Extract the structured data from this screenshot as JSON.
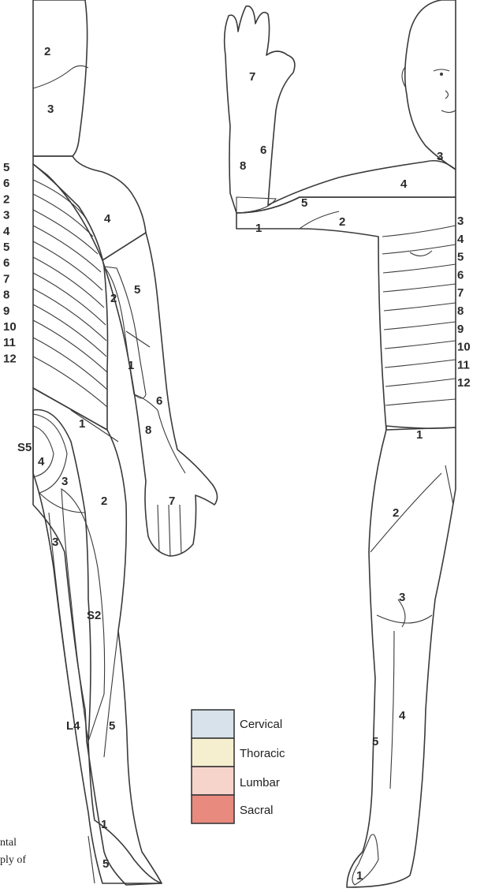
{
  "legend": [
    {
      "label": "Cervical",
      "color": "#d7e2ea"
    },
    {
      "label": "Thoracic",
      "color": "#f6efcf"
    },
    {
      "label": "Lumbar",
      "color": "#f7d4cb"
    },
    {
      "label": "Sacral",
      "color": "#e98a7f"
    }
  ],
  "caption": [
    "ntal",
    "ply of"
  ],
  "back_figure": {
    "side_labels": [
      "5",
      "6",
      "2",
      "3",
      "4",
      "5",
      "6",
      "7",
      "8",
      "9",
      "10",
      "11",
      "12"
    ],
    "labels": {
      "head_2": "2",
      "neck_3": "3",
      "shoulder_4": "4",
      "arm_5": "5",
      "arm_2": "2",
      "arm_1": "1",
      "forearm_6": "6",
      "forearm_8": "8",
      "hand_7": "7",
      "lumbar_1": "1",
      "s5": "S5",
      "s4": "4",
      "s3": "3",
      "l2": "2",
      "l3": "3",
      "s2": "S2",
      "l4": "L4",
      "l5": "5",
      "foot_1": "1",
      "foot_5": "5"
    }
  },
  "front_figure": {
    "side_labels": [
      "3",
      "4",
      "5",
      "6",
      "7",
      "8",
      "9",
      "10",
      "11",
      "12"
    ],
    "labels": {
      "neck_3": "3",
      "shoulder_4": "4",
      "hand_7": "7",
      "arm_6": "6",
      "arm_8": "8",
      "arm_5": "5",
      "arm_1": "1",
      "chest_2": "2",
      "l1": "1",
      "l2": "2",
      "l3": "3",
      "l4": "4",
      "l5": "5",
      "foot_1": "1"
    }
  }
}
